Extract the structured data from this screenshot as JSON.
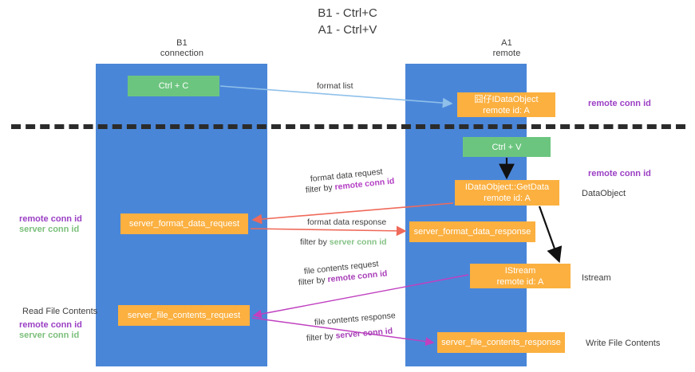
{
  "title": {
    "line1": "B1 - Ctrl+C",
    "line2": "A1 - Ctrl+V"
  },
  "lanes": [
    {
      "id": "b1",
      "name": "B1",
      "sub": "connection"
    },
    {
      "id": "a1",
      "name": "A1",
      "sub": "remote"
    }
  ],
  "nodes": {
    "ctrl_c": {
      "line1": "Ctrl + C",
      "line2": ""
    },
    "idataobject": {
      "line1": "囧仔IDataObject",
      "line2": "remote id: A"
    },
    "ctrl_v": {
      "line1": "Ctrl + V",
      "line2": ""
    },
    "getdata": {
      "line1": "IDataObject::GetData",
      "line2": "remote id: A"
    },
    "server_format_data_request": {
      "line1": "server_format_data_request",
      "line2": ""
    },
    "server_format_data_response": {
      "line1": "server_format_data_response",
      "line2": ""
    },
    "istream": {
      "line1": "IStream",
      "line2": "remote id: A"
    },
    "server_file_contents_request": {
      "line1": "server_file_contents_request",
      "line2": ""
    },
    "server_file_contents_response": {
      "line1": "server_file_contents_response",
      "line2": ""
    }
  },
  "side_labels": {
    "remote_conn_id_top": "remote conn id",
    "remote_conn_id_mid": "remote conn id",
    "dataobject": "DataObject",
    "istream": "Istream",
    "write_file_contents": "Write File Contents",
    "left_remote_conn_id": "remote conn id",
    "left_server_conn_id": "server conn id",
    "read_file_contents": "Read File Contents",
    "left_remote_conn_id_2": "remote conn id",
    "left_server_conn_id_2": "server conn id"
  },
  "edges": {
    "format_list": "format list",
    "format_data_request": "format data request",
    "format_data_request_filter_prefix": "filter by ",
    "format_data_request_filter_key": "remote conn id",
    "format_data_response": "format data response",
    "format_data_response_filter_prefix": "filter by ",
    "format_data_response_filter_key": "server conn id",
    "file_contents_request": "file contents request",
    "file_contents_request_filter_prefix": "filter by ",
    "file_contents_request_filter_key": "remote conn id",
    "file_contents_response": "file contents response",
    "file_contents_response_filter_prefix": "filter by ",
    "file_contents_response_filter_key": "server conn id"
  },
  "colors": {
    "lane": "#4a86d8",
    "green_node": "#6cc57f",
    "orange_node": "#fbb040",
    "purple_label": "#9b3fc4",
    "green_label": "#7bbf7b",
    "blue_arrow": "#8fc0ea",
    "red_arrow": "#ef6a5a",
    "magenta_arrow": "#c040c0",
    "black_arrow": "#111111",
    "divider": "#2b2b2b"
  }
}
